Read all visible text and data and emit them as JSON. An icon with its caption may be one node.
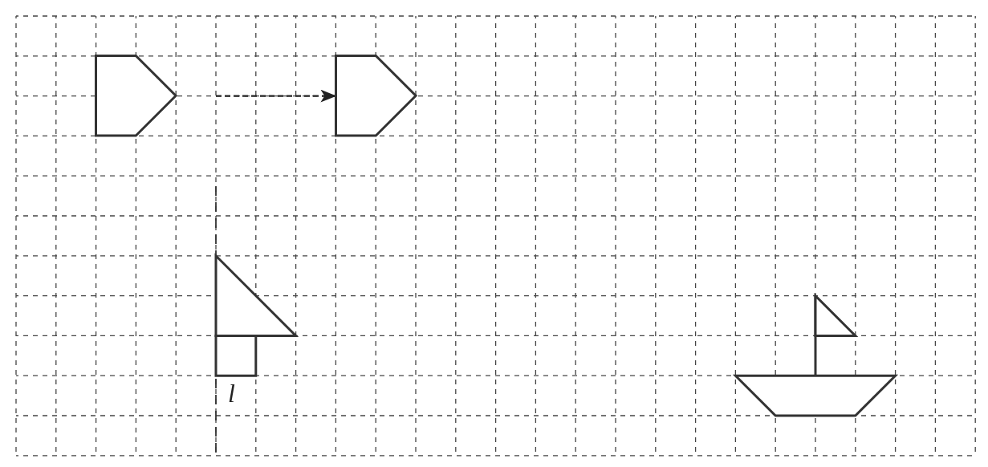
{
  "diagram": {
    "nodes": [
      {
        "text": [],
        "shape": "pentagon"
      },
      {
        "text": [],
        "shape": "pentagon"
      }
    ],
    "edges": [
      {
        "from": 0,
        "to": 1,
        "arrow": "to",
        "style": "dashed"
      }
    ],
    "labels": [
      "l"
    ]
  }
}
